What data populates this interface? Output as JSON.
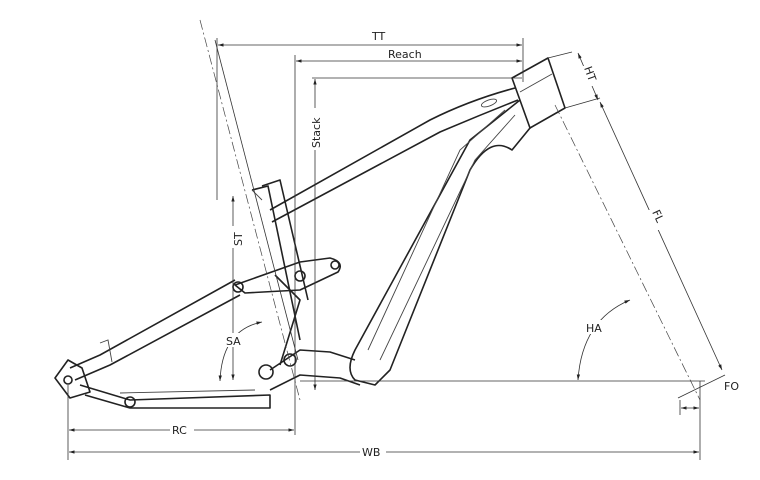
{
  "labels": {
    "tt": "TT",
    "reach": "Reach",
    "stack": "Stack",
    "ht": "HT",
    "st": "ST",
    "fl": "FL",
    "sa": "SA",
    "ha": "HA",
    "rc": "RC",
    "wb": "WB",
    "fo": "FO"
  }
}
